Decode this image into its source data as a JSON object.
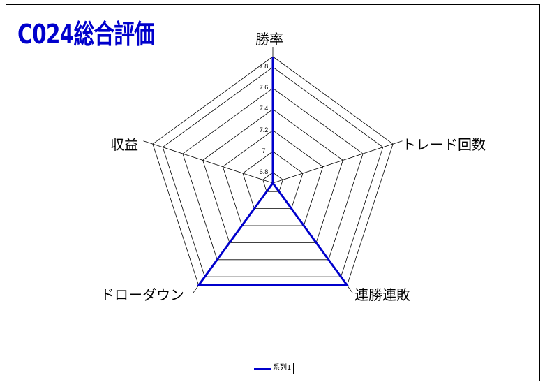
{
  "chart_data": {
    "type": "radar",
    "title": "C024総合評価",
    "categories": [
      "勝率",
      "トレード回数",
      "連勝連敗",
      "ドローダウン",
      "収益"
    ],
    "rlim": [
      6.7,
      7.9
    ],
    "ticks": [
      6.8,
      7.0,
      7.2,
      7.4,
      7.6,
      7.8
    ],
    "tick_labels": [
      "6.8",
      "7",
      "7.2",
      "7.4",
      "7.6",
      "7.8"
    ],
    "series": [
      {
        "name": "系列1",
        "values": [
          7.9,
          6.7,
          7.9,
          7.9,
          6.7
        ]
      }
    ],
    "legend": "bottom",
    "colors": {
      "series": "#0000cc",
      "grid": "#000000"
    }
  }
}
